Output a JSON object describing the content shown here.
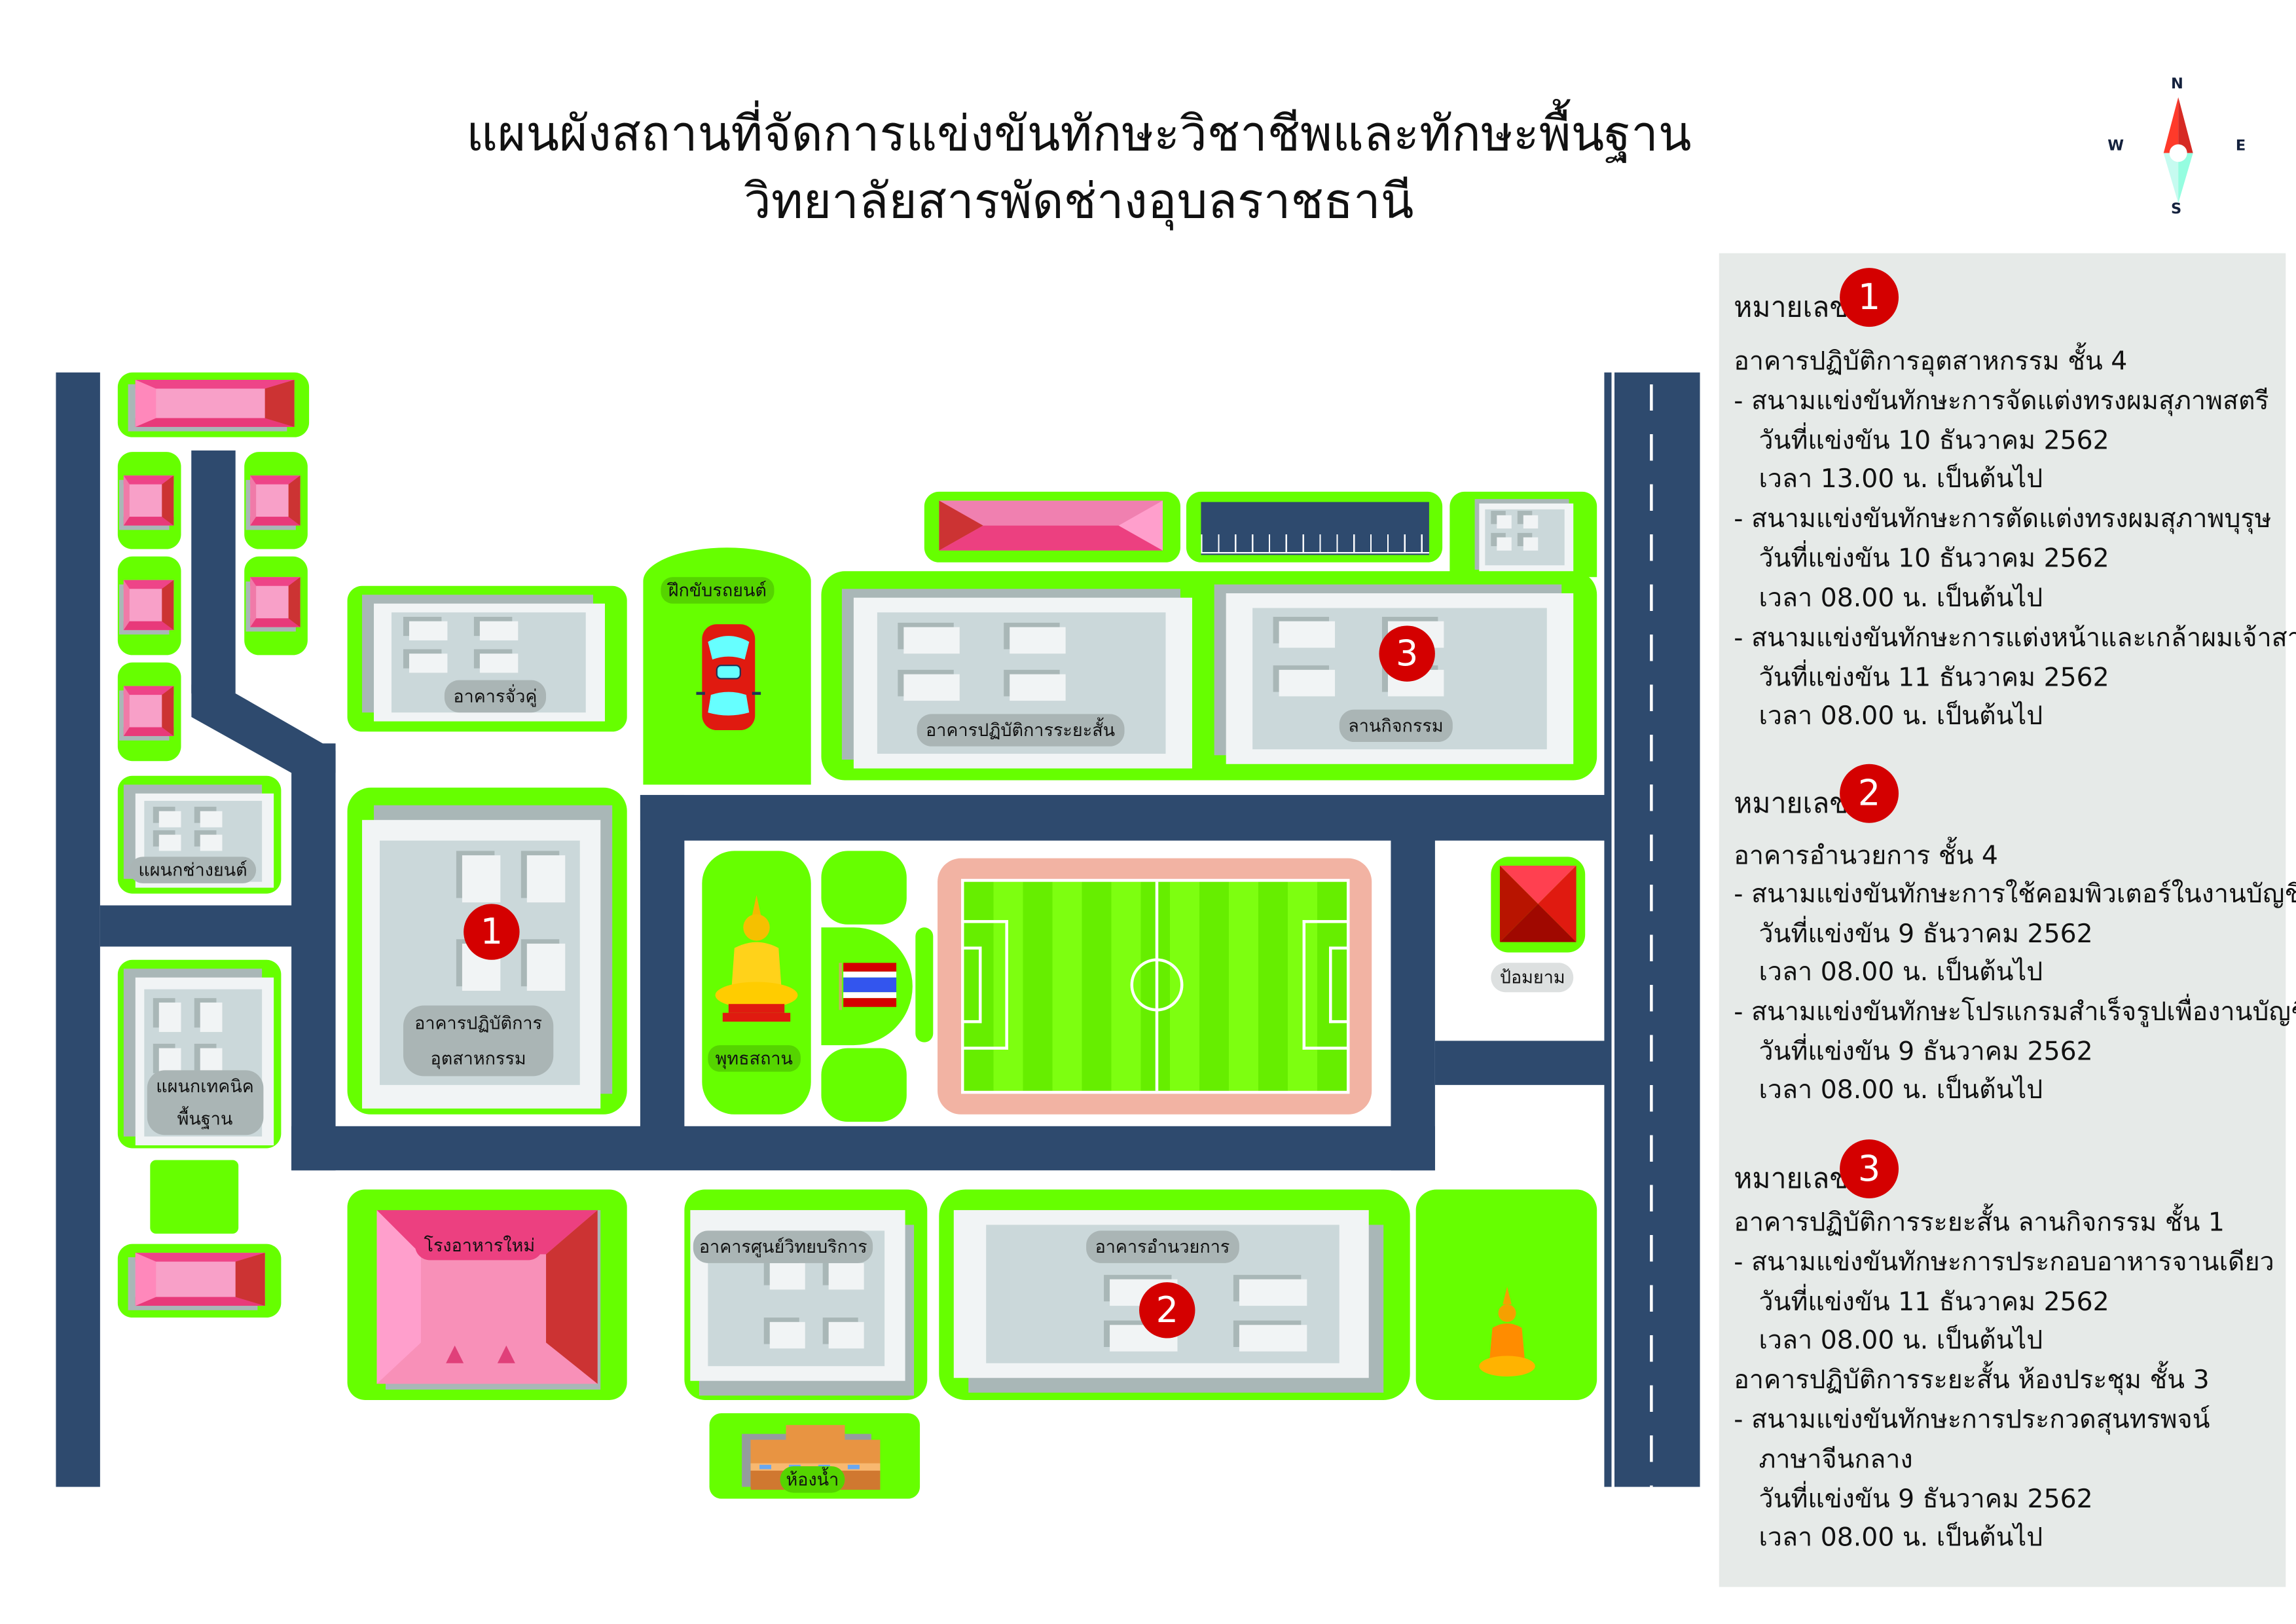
{
  "title": {
    "line1": "แผนผังสถานที่จัดการแข่งขันทักษะวิชาชีพและทักษะพื้นฐาน",
    "line2": "วิทยาลัยสารพัดช่างอุบลราชธานี"
  },
  "compass": {
    "n": "N",
    "s": "S",
    "e": "E",
    "w": "W"
  },
  "colors": {
    "road": "#2e4a6e",
    "grass": "#66ff00",
    "marker": "#d40000",
    "panel": "#e6eae8"
  },
  "map": {
    "labels": {
      "auto_dept": "แผนกช่างยนต์",
      "basic_tech_1": "แผนกเทคนิค",
      "basic_tech_2": "พื้นฐาน",
      "twin_gable": "อาคารจั่วคู่",
      "driving": "ฝึกขับรถยนต์",
      "short_course": "อาคารปฏิบัติการระยะสั้น",
      "activity_yard": "ลานกิจกรรม",
      "industrial_1": "อาคารปฏิบัติการ",
      "industrial_2": "อุตสาหกรรม",
      "shrine": "พุทธสถาน",
      "guard": "ป้อมยาม",
      "canteen": "โรงอาหารใหม่",
      "resource_center": "อาคารศูนย์วิทยบริการ",
      "admin": "อาคารอำนวยการ",
      "toilet": "ห้องน้ำ"
    },
    "markers": [
      "1",
      "2",
      "3"
    ]
  },
  "legend": [
    {
      "label": "หมายเลข",
      "number": "1",
      "lines": [
        "อาคารปฏิบัติการอุตสาหกรรม ชั้น 4",
        "- สนามแข่งขันทักษะการจัดแต่งทรงผมสุภาพสตรี",
        "วันที่แข่งขัน 10 ธันวาคม 2562",
        "เวลา 13.00 น. เป็นต้นไป",
        "- สนามแข่งขันทักษะการตัดแต่งทรงผมสุภาพบุรุษ",
        "วันที่แข่งขัน 10 ธันวาคม 2562",
        "เวลา 08.00 น. เป็นต้นไป",
        "- สนามแข่งขันทักษะการแต่งหน้าและเกล้าผมเจ้าสาว",
        "วันที่แข่งขัน 11 ธันวาคม 2562",
        "เวลา 08.00 น. เป็นต้นไป"
      ]
    },
    {
      "label": "หมายเลข",
      "number": "2",
      "lines": [
        "อาคารอำนวยการ ชั้น 4",
        "- สนามแข่งขันทักษะการใช้คอมพิวเตอร์ในงานบัญชี",
        "วันที่แข่งขัน 9 ธันวาคม 2562",
        "เวลา 08.00 น. เป็นต้นไป",
        "- สนามแข่งขันทักษะโปรแกรมสำเร็จรูปเพื่องานบัญชี",
        "วันที่แข่งขัน 9 ธันวาคม 2562",
        "เวลา 08.00 น. เป็นต้นไป"
      ]
    },
    {
      "label": "หมายเลข",
      "number": "3",
      "lines": [
        "อาคารปฏิบัติการระยะสั้น ลานกิจกรรม ชั้น 1",
        "- สนามแข่งขันทักษะการประกอบอาหารจานเดียว",
        "วันที่แข่งขัน 11 ธันวาคม 2562",
        "เวลา 08.00 น. เป็นต้นไป",
        "อาคารปฏิบัติการระยะสั้น ห้องประชุม ชั้น 3",
        "- สนามแข่งขันทักษะการประกวดสุนทรพจน์",
        "ภาษาจีนกลาง",
        "วันที่แข่งขัน 9 ธันวาคม 2562",
        "เวลา 08.00 น. เป็นต้นไป"
      ]
    }
  ]
}
